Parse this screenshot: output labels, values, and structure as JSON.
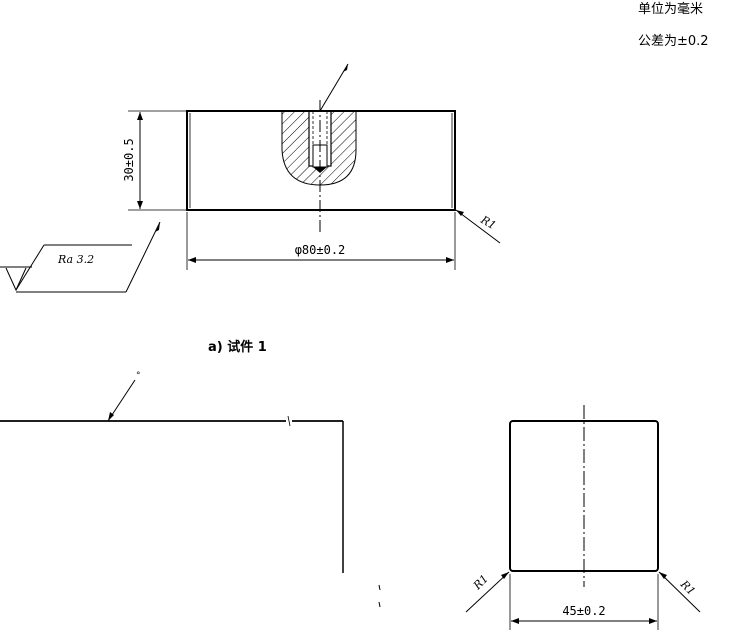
{
  "notes": {
    "unit": "单位为毫米",
    "tolerance": "公差为±0.2"
  },
  "specimen1": {
    "caption": "a)  试件 1",
    "height_dim": "30±0.5",
    "diameter_dim": "φ80±0.2",
    "radius_label": "R1",
    "roughness_label": "Ra 3.2"
  },
  "specimen2": {
    "width_dim": "45±0.2",
    "radius_left": "R1",
    "radius_right": "R1",
    "leader_mark": "°"
  }
}
